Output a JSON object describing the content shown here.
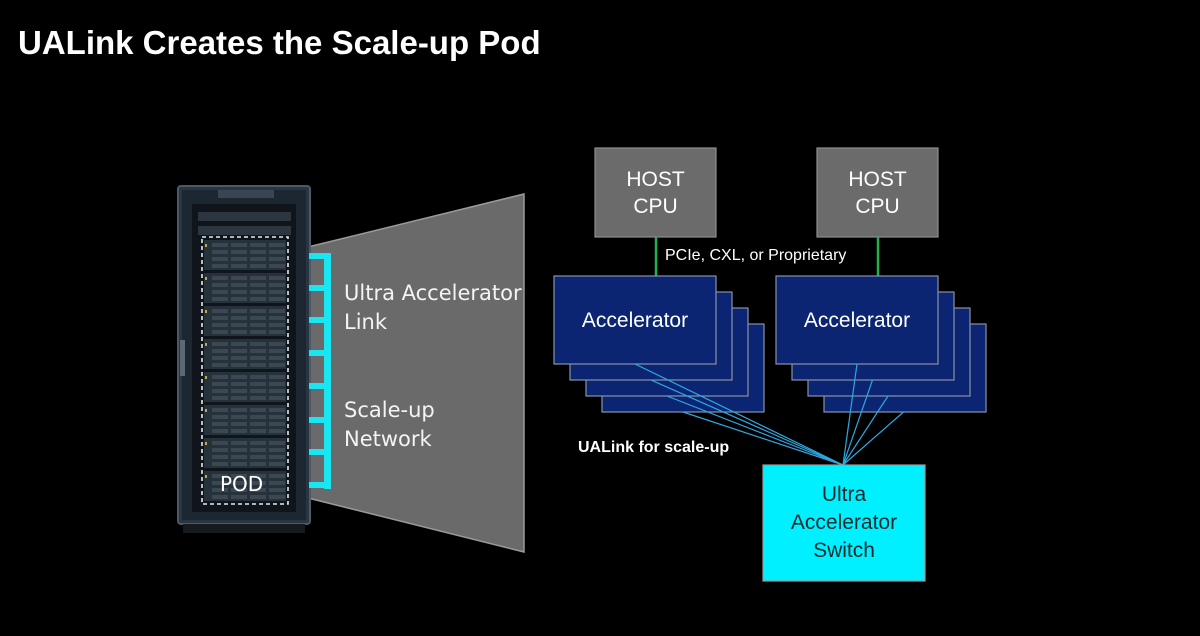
{
  "title": "UALink Creates the Scale-up Pod",
  "rack": {
    "pod_label": "POD"
  },
  "pod_panel": {
    "link_label_line1": "Ultra Accelerator",
    "link_label_line2": "Link",
    "network_label_line1": "Scale-up",
    "network_label_line2": "Network"
  },
  "hosts": [
    {
      "line1": "HOST",
      "line2": "CPU"
    },
    {
      "line1": "HOST",
      "line2": "CPU"
    }
  ],
  "host_link_label": "PCIe, CXL, or Proprietary",
  "accelerators": [
    {
      "label": "Accelerator",
      "stack_count": 4
    },
    {
      "label": "Accelerator",
      "stack_count": 4
    }
  ],
  "ualink_label": "UALink for scale-up",
  "switch": {
    "line1": "Ultra",
    "line2": "Accelerator",
    "line3": "Switch"
  },
  "colors": {
    "background": "#000000",
    "host_fill": "#6b6b6b",
    "accelerator_fill": "#0b2573",
    "switch_fill": "#00f0ff",
    "host_link": "#22b14c",
    "ualink_lines": "#2fa7e0",
    "bracket": "#19e6f0",
    "panel": "#6a6a6a"
  }
}
